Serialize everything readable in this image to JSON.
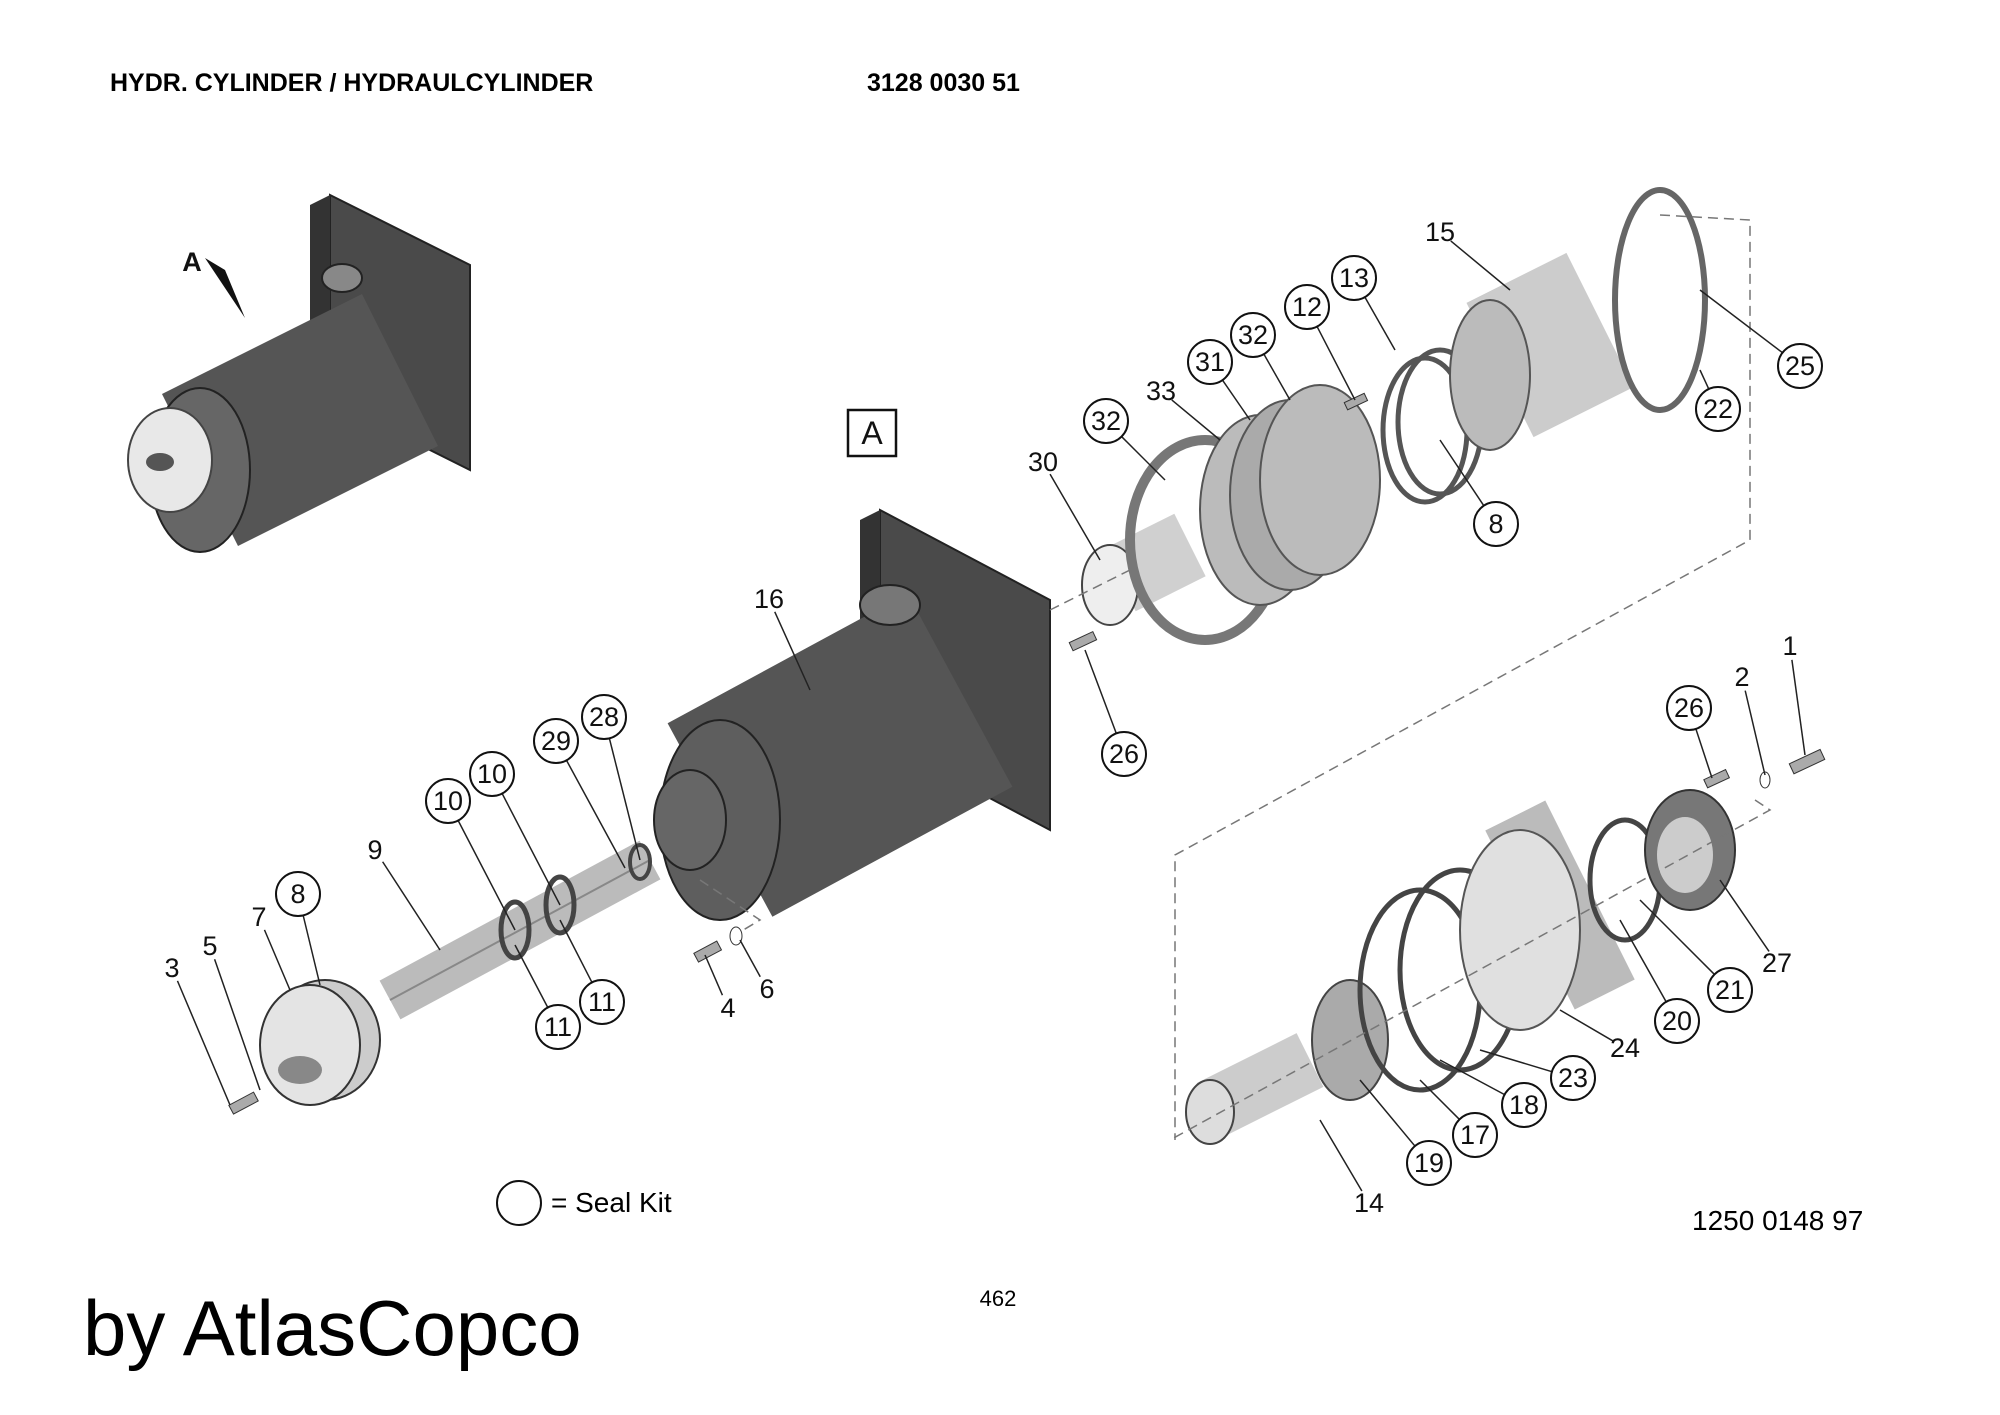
{
  "header": {
    "title": "HYDR. CYLINDER / HYDRAULCYLINDER",
    "part_number": "3128 0030 51"
  },
  "view_marker": {
    "arrow_label": "A",
    "box_label": "A"
  },
  "callouts": [
    {
      "text": "15",
      "seal": false
    },
    {
      "text": "13",
      "seal": true
    },
    {
      "text": "12",
      "seal": true
    },
    {
      "text": "32",
      "seal": true
    },
    {
      "text": "31",
      "seal": true
    },
    {
      "text": "33",
      "seal": false
    },
    {
      "text": "32",
      "seal": true
    },
    {
      "text": "30",
      "seal": false
    },
    {
      "text": "25",
      "seal": true
    },
    {
      "text": "22",
      "seal": true
    },
    {
      "text": "8",
      "seal": true
    },
    {
      "text": "16",
      "seal": false
    },
    {
      "text": "26",
      "seal": true
    },
    {
      "text": "28",
      "seal": true
    },
    {
      "text": "29",
      "seal": true
    },
    {
      "text": "10",
      "seal": true
    },
    {
      "text": "10",
      "seal": true
    },
    {
      "text": "9",
      "seal": false
    },
    {
      "text": "8",
      "seal": true
    },
    {
      "text": "7",
      "seal": false
    },
    {
      "text": "5",
      "seal": false
    },
    {
      "text": "3",
      "seal": false
    },
    {
      "text": "11",
      "seal": true
    },
    {
      "text": "11",
      "seal": true
    },
    {
      "text": "4",
      "seal": false
    },
    {
      "text": "6",
      "seal": false
    },
    {
      "text": "26",
      "seal": true
    },
    {
      "text": "2",
      "seal": false
    },
    {
      "text": "1",
      "seal": false
    },
    {
      "text": "27",
      "seal": false
    },
    {
      "text": "21",
      "seal": true
    },
    {
      "text": "20",
      "seal": true
    },
    {
      "text": "24",
      "seal": false
    },
    {
      "text": "23",
      "seal": true
    },
    {
      "text": "18",
      "seal": true
    },
    {
      "text": "17",
      "seal": true
    },
    {
      "text": "19",
      "seal": true
    },
    {
      "text": "14",
      "seal": false
    }
  ],
  "legend": {
    "text": "= Seal Kit"
  },
  "drawing_number": "1250 0148 97",
  "page_number": "462",
  "watermark": "by AtlasCopco"
}
